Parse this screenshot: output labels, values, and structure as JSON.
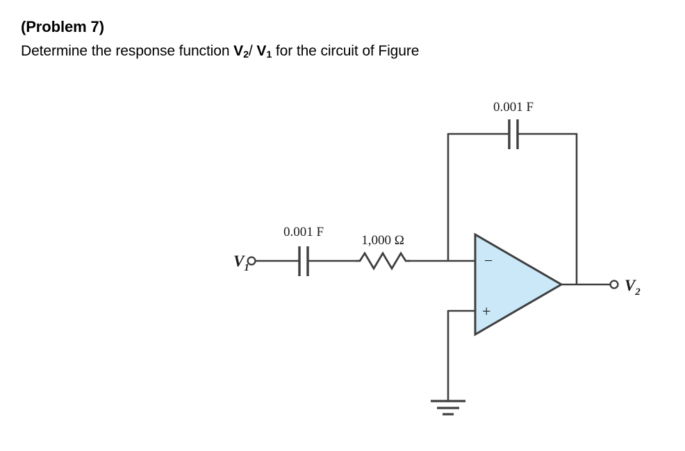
{
  "problem": {
    "heading": "(Problem 7)",
    "statement_part1": "Determine the response function ",
    "statement_v2": "V",
    "statement_v2_sub": "2",
    "statement_slash": "/ ",
    "statement_v1": "V",
    "statement_v1_sub": "1",
    "statement_part2": " for the circuit of Figure"
  },
  "circuit": {
    "title": "inverting-op-amp-differentiator-circuit",
    "components": {
      "input_capacitor": {
        "label": "0.001 F",
        "type": "capacitor",
        "value": "0.001",
        "unit": "F"
      },
      "input_resistor": {
        "label": "1,000 Ω",
        "type": "resistor",
        "value": "1,000",
        "unit": "Ω"
      },
      "feedback_capacitor": {
        "label": "0.001 F",
        "type": "capacitor",
        "value": "0.001",
        "unit": "F"
      },
      "opamp": {
        "inverting_sign": "−",
        "noninverting_sign": "+",
        "fill_color": "#cbe8f8",
        "stroke_color": "#3f3f3f"
      },
      "ground": {
        "name": "ground-symbol"
      }
    },
    "terminals": {
      "input": {
        "label": "V",
        "subscript": "1"
      },
      "output": {
        "label": "V",
        "subscript": "2"
      }
    }
  },
  "colors": {
    "wire": "#3f3f3f",
    "opamp_fill": "#cbe8f8",
    "text": "#000000",
    "background": "#ffffff"
  }
}
